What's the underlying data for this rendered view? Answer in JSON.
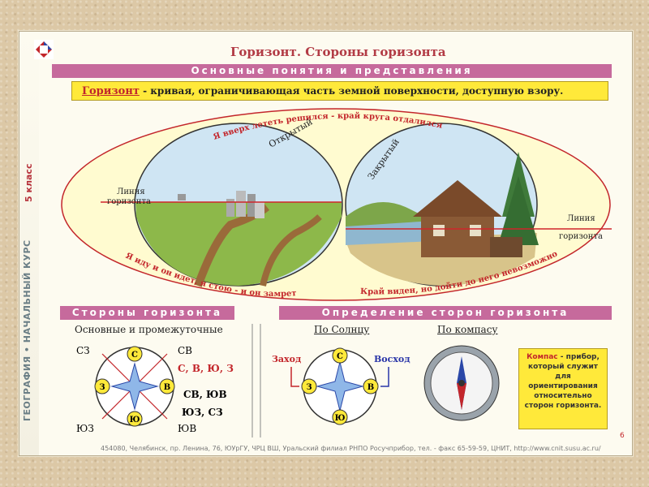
{
  "title": "Горизонт. Стороны горизонта",
  "vertical_text": "ГЕОГРАФИЯ • НАЧАЛЬНЫЙ КУРС",
  "vertical_grade": "5 класс",
  "section1": "Основные понятия и представления",
  "definition": {
    "term": "Горизонт",
    "text": " - кривая, ограничивающая часть земной поверхности, доступную взору."
  },
  "quote_top": "Я вверх лететь решился - край круга отдалился",
  "quote_left": "Я иду и он идет, я стою - и он замрет",
  "quote_right": "Край виден, но дойти до него невозможно",
  "open_label": "Открытый",
  "closed_label": "Закрытый",
  "horizon_line_left": [
    "Линия",
    "горизонта"
  ],
  "horizon_line_right": [
    "Линия",
    "горизонта"
  ],
  "section2": "Стороны горизонта",
  "section3": "Определение сторон горизонта",
  "basic_intermediate": "Основные и промежуточные",
  "by_sun": "По Солнцу",
  "by_compass": "По компасу",
  "main_dirs_list": "С, В, Ю, З",
  "inter_dirs_1": "СВ, ЮВ",
  "inter_dirs_2": "ЮЗ, СЗ",
  "compass_labels": {
    "n": "С",
    "e": "В",
    "s": "Ю",
    "w": "З",
    "nw": "СЗ",
    "ne": "СВ",
    "sw": "ЮЗ",
    "se": "ЮВ"
  },
  "sunset": "Заход",
  "sunrise": "Восход",
  "compass_info": {
    "term": "Компас",
    "text": " - прибор, который служит для ориентирования относительно сторон горизонта."
  },
  "footer": "454080, Челябинск, пр. Ленина, 76, ЮУрГУ, ЧРЦ ВШ, Уральский филиал РНПО Росучприбор, тел. - факс 65-59-59, ЦНИТ, http://www.cnit.susu.ac.ru/",
  "page_number": "6",
  "colors": {
    "accent": "#c66a9c",
    "highlight": "#ffe93a",
    "red": "#c3262b"
  }
}
